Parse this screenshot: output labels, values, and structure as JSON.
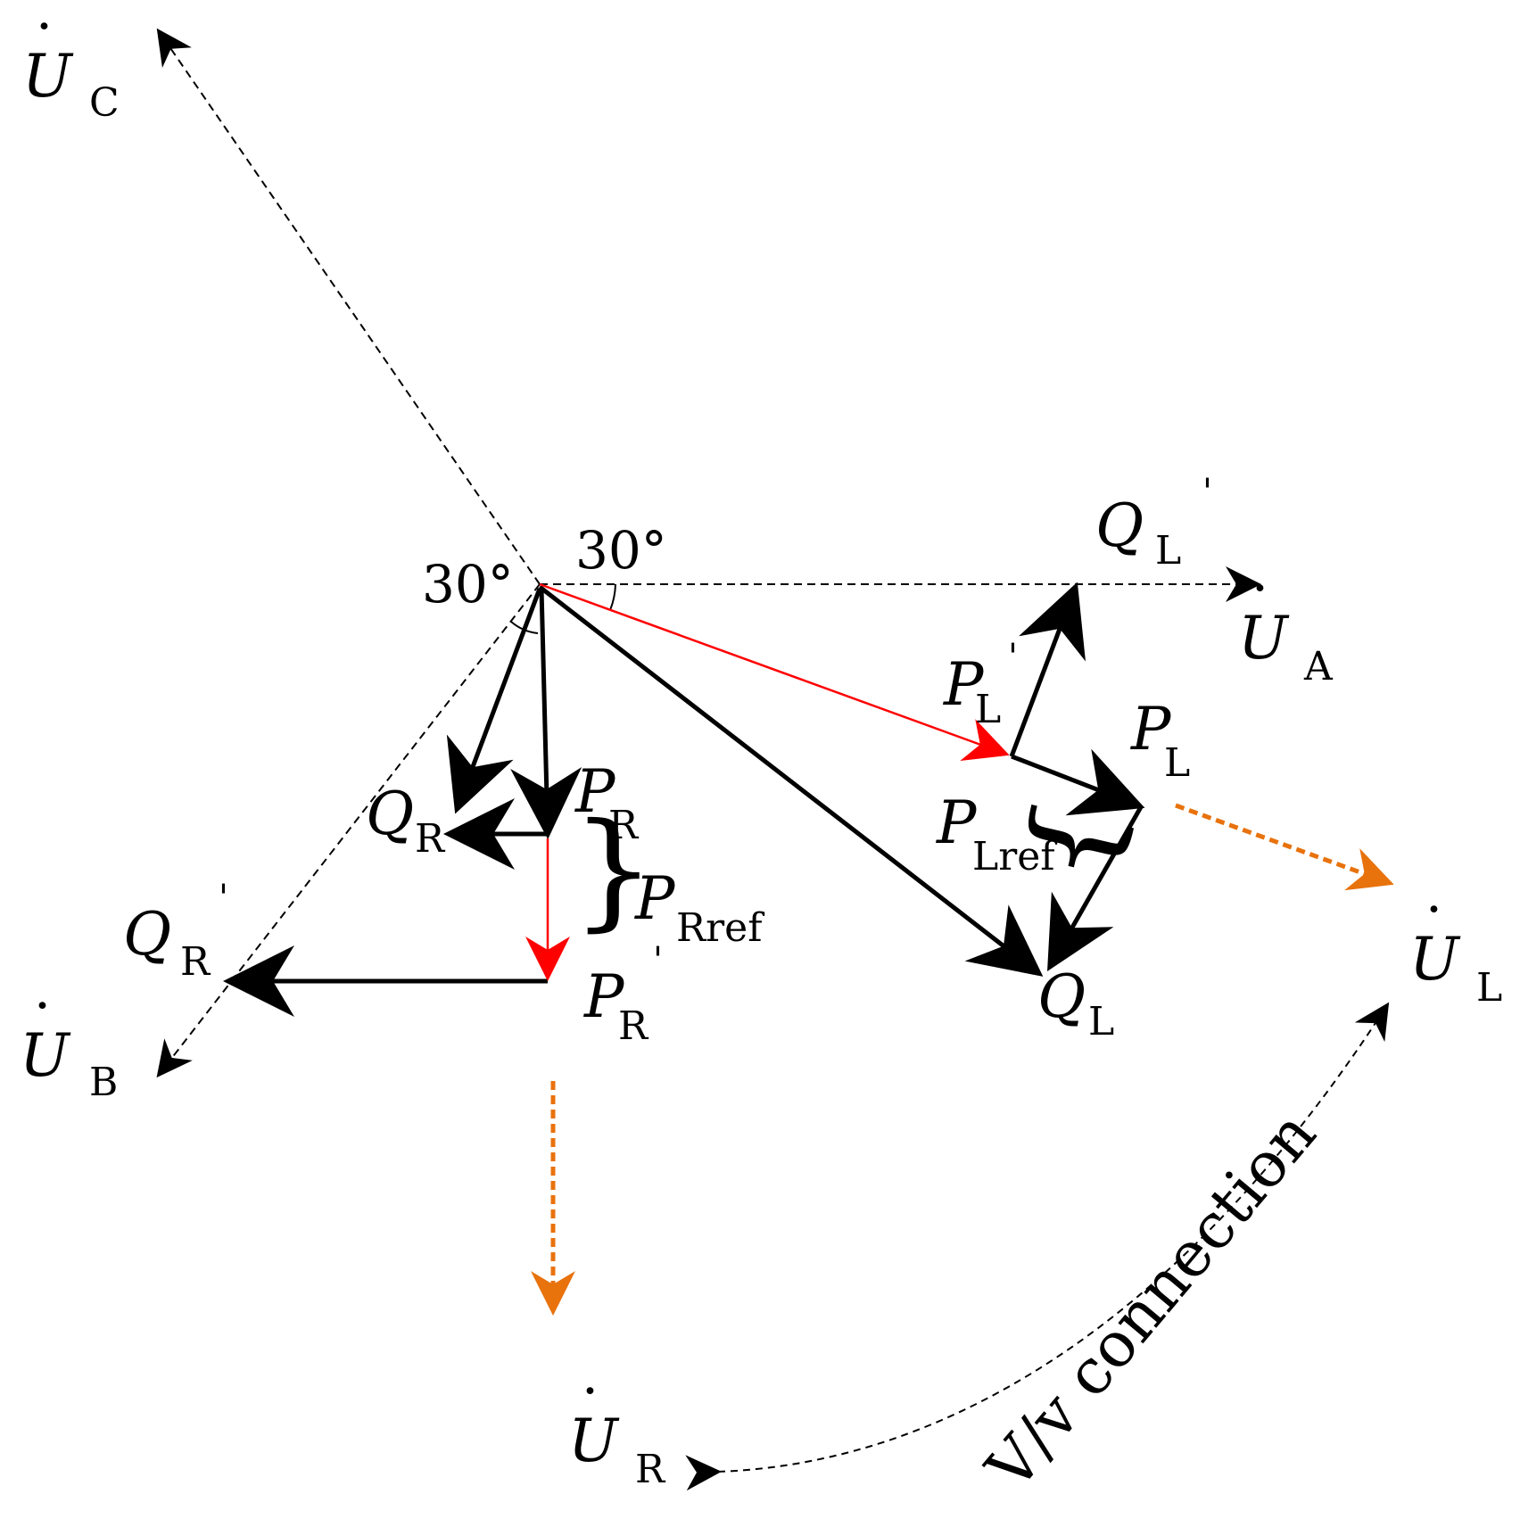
{
  "angles": {
    "upper": "30°",
    "left": "30°"
  },
  "phasors": {
    "UC": {
      "main": "U",
      "sub": "C"
    },
    "UA": {
      "main": "U",
      "sub": "A"
    },
    "UB": {
      "main": "U",
      "sub": "B"
    },
    "UL": {
      "main": "U",
      "sub": "L"
    },
    "UR": {
      "main": "U",
      "sub": "R"
    }
  },
  "powers": {
    "QL_prime": {
      "main": "Q",
      "sub": "L",
      "mark": "'"
    },
    "PL_prime": {
      "main": "P",
      "sub": "L",
      "mark": "'"
    },
    "PL": {
      "main": "P",
      "sub": "L"
    },
    "PLref": {
      "main": "P",
      "sub": "Lref"
    },
    "QL": {
      "main": "Q",
      "sub": "L"
    },
    "QR": {
      "main": "Q",
      "sub": "R"
    },
    "PR": {
      "main": "P",
      "sub": "R"
    },
    "PRref": {
      "main": "P",
      "sub": "Rref"
    },
    "QR_prime": {
      "main": "Q",
      "sub": "R",
      "mark": "'"
    },
    "PR_prime": {
      "main": "P",
      "sub": "R",
      "mark": "'"
    }
  },
  "connection_label": "V/v connection",
  "colors": {
    "black": "#000000",
    "red": "#ff0000",
    "orange": "#e8720c"
  }
}
